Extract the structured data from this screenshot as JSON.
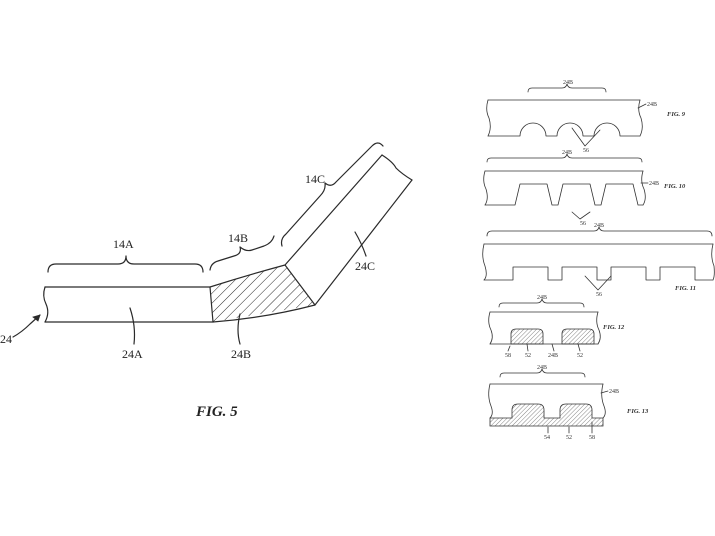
{
  "fig5": {
    "caption": "FIG. 5",
    "labels": {
      "seg_14a": "14A",
      "seg_14b": "14B",
      "seg_14c": "14C",
      "part_24": "24",
      "part_24a": "24A",
      "part_24b": "24B",
      "part_24c": "24C"
    }
  },
  "small_figures": [
    {
      "caption": "FIG. 9",
      "top_label": "24B",
      "side_label": "24B",
      "bottom_label": "56"
    },
    {
      "caption": "FIG. 10",
      "top_label": "24B",
      "side_label": "24B",
      "bottom_label": "56"
    },
    {
      "caption": "FIG. 11",
      "top_label": "24B",
      "bottom_label": "56"
    },
    {
      "caption": "FIG. 12",
      "top_label": "24B",
      "labels_bottom": [
        "58",
        "52",
        "24B",
        "52"
      ]
    },
    {
      "caption": "FIG. 13",
      "top_label": "24B",
      "side_label": "24B",
      "labels_bottom": [
        "54",
        "52",
        "58"
      ]
    }
  ]
}
